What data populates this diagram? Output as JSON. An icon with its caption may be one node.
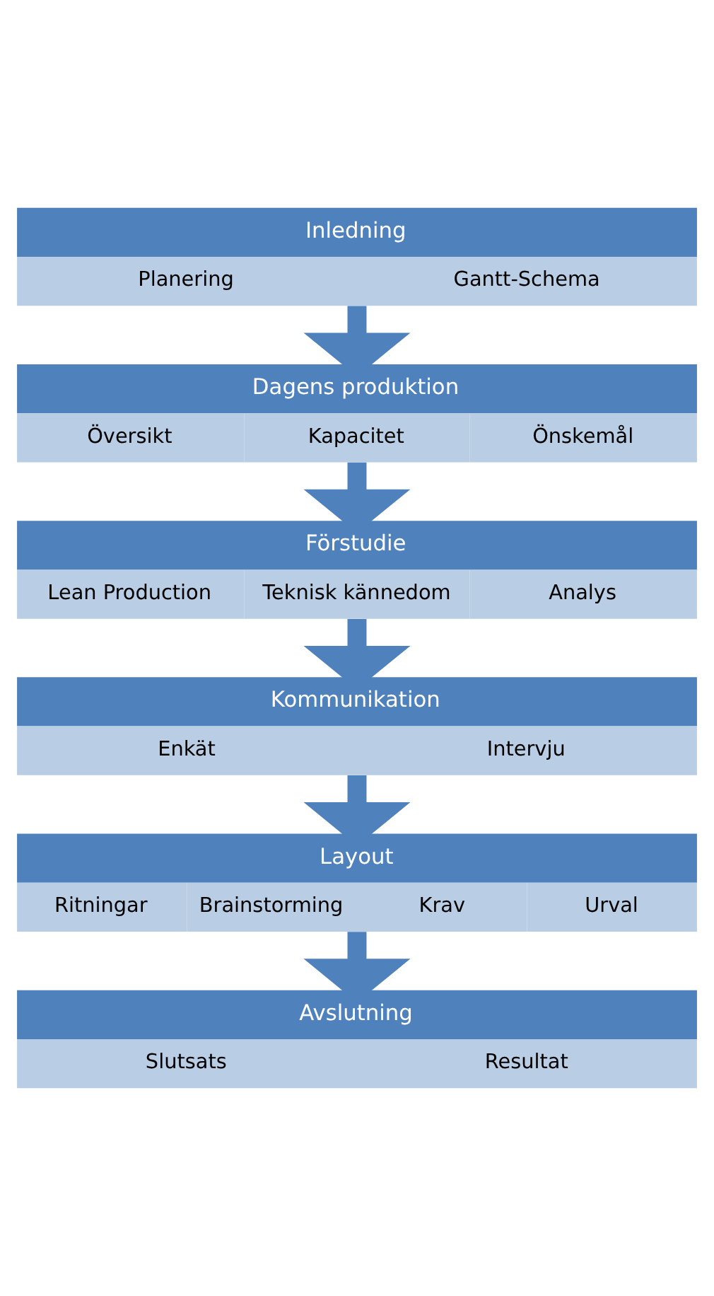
{
  "diagram": {
    "nodes": [
      {
        "text": [
          "Inledning",
          "Planering",
          "Gantt-Schema"
        ]
      },
      {
        "text": [
          "Dagens produktion",
          "Översikt",
          "Kapacitet",
          "Önskemål"
        ]
      },
      {
        "text": [
          "Förstudie",
          "Lean Production",
          "Teknisk kännedom",
          "Analys"
        ]
      },
      {
        "text": [
          "Kommunikation",
          "Enkät",
          "Intervju"
        ]
      },
      {
        "text": [
          "Layout",
          "Ritningar",
          "Brainstorming",
          "Krav",
          "Urval"
        ]
      },
      {
        "text": [
          "Avslutning",
          "Slutsats",
          "Resultat"
        ]
      }
    ],
    "edges": [
      {
        "from": 0,
        "to": 1,
        "arrow": "to"
      },
      {
        "from": 1,
        "to": 2,
        "arrow": "to"
      },
      {
        "from": 2,
        "to": 3,
        "arrow": "to"
      },
      {
        "from": 3,
        "to": 4,
        "arrow": "to"
      },
      {
        "from": 4,
        "to": 5,
        "arrow": "to"
      }
    ]
  }
}
